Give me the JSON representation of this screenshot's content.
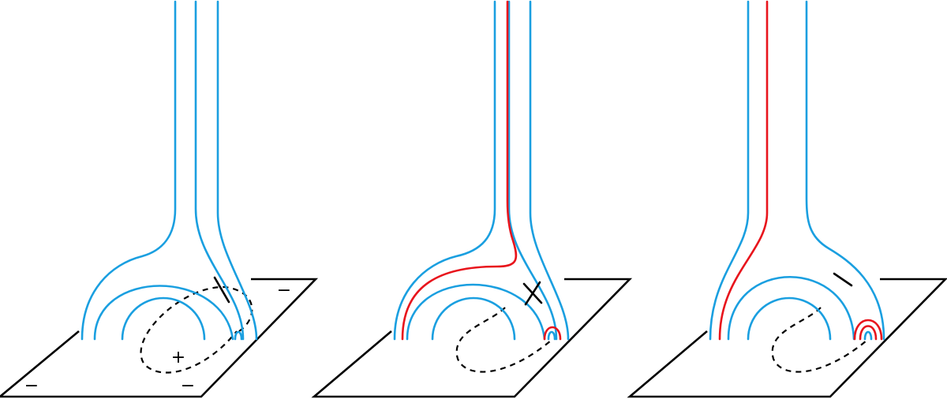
{
  "colors": {
    "field_line": "#1a9fe0",
    "reconnected_line": "#e8141c",
    "ink": "#000000",
    "background": "#ffffff"
  },
  "panels": [
    {
      "name": "panel-1",
      "polarity_labels": [
        "−",
        "+",
        "−",
        "−"
      ],
      "has_reconnection_marker": false,
      "has_current_sheet_dash": true
    },
    {
      "name": "panel-2",
      "polarity_labels": [],
      "has_reconnection_marker": true,
      "reconnection_marker": "X",
      "has_current_sheet_dash": false
    },
    {
      "name": "panel-3",
      "polarity_labels": [],
      "has_reconnection_marker": false,
      "has_current_sheet_dash": true
    }
  ]
}
